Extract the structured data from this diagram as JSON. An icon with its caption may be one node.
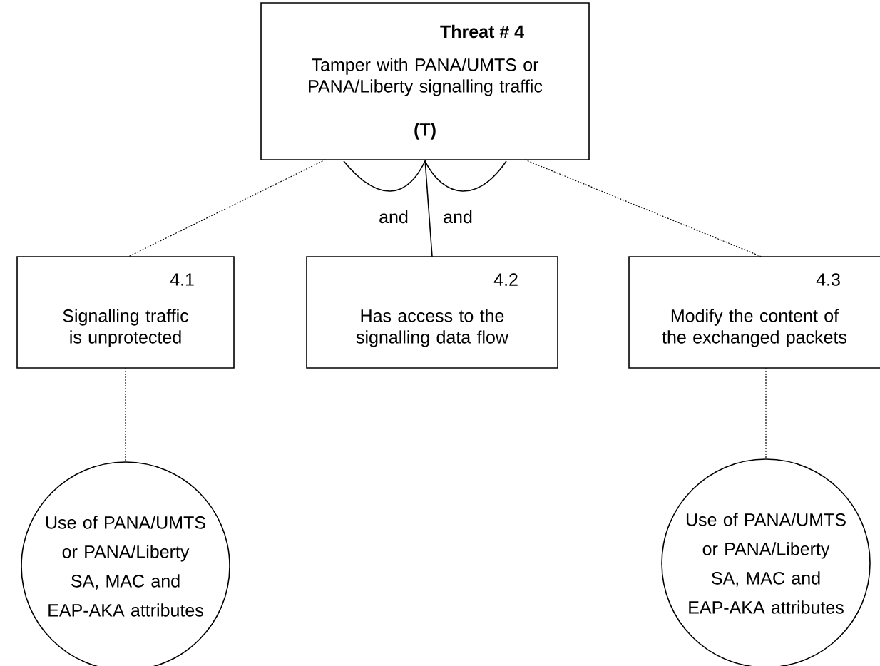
{
  "diagram": {
    "nodes": [
      {
        "text": [
          "Threat # 4",
          "Tamper with PANA/UMTS or PANA/Liberty signalling traffic",
          "(T)"
        ]
      },
      {
        "text": [
          "4.1",
          "Signalling traffic is unprotected"
        ]
      },
      {
        "text": [
          "4.2",
          "Has access to the signalling data flow"
        ]
      },
      {
        "text": [
          "4.3",
          "Modify the content of the exchanged packets"
        ]
      },
      {
        "text": [
          "Use of PANA/UMTS or PANA/Liberty SA, MAC and EAP-AKA attributes"
        ]
      },
      {
        "text": [
          "Use of PANA/UMTS or PANA/Liberty SA, MAC and EAP-AKA attributes"
        ]
      }
    ],
    "edges": [
      {
        "from": 0,
        "to": 1,
        "arrow": "none",
        "style": "dashed"
      },
      {
        "from": 0,
        "to": 2,
        "arrow": "none"
      },
      {
        "from": 0,
        "to": 3,
        "arrow": "none",
        "style": "dashed"
      },
      {
        "from": 1,
        "to": 4,
        "arrow": "none",
        "style": "dashed"
      },
      {
        "from": 3,
        "to": 5,
        "arrow": "none",
        "style": "dashed"
      }
    ],
    "labels": [
      "and",
      "and"
    ]
  }
}
